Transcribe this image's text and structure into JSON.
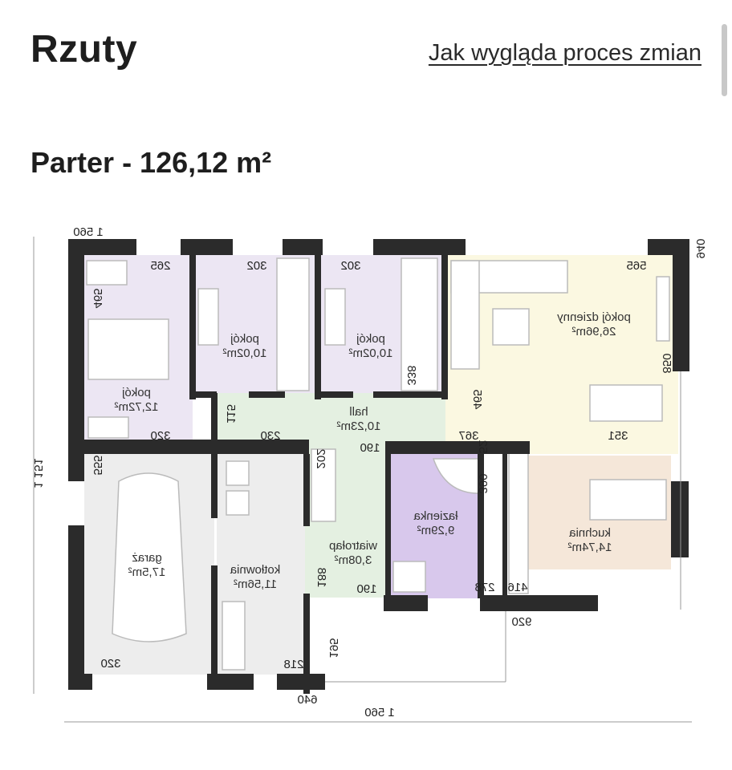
{
  "header": {
    "title": "Rzuty",
    "link": "Jak wygląda proces zmian"
  },
  "floor": {
    "title": "Parter - 126,12 m²"
  },
  "colors": {
    "walls": "#2b2b2b",
    "bedrooms": "#ece6f3",
    "living": "#fbf8e1",
    "hall": "#e4f0e1",
    "bathroom": "#d8c8ec",
    "kitchen": "#f5e7d9",
    "utility": "#ededed"
  },
  "plan": {
    "rooms": [
      {
        "name": "pokój",
        "area": "12,72m²"
      },
      {
        "name": "pokój",
        "area": "10,02m²"
      },
      {
        "name": "pokój",
        "area": "10,02m²"
      },
      {
        "name": "pokój dzienny",
        "area": "26,96m²"
      },
      {
        "name": "hall",
        "area": "10,23m²"
      },
      {
        "name": "łazienka",
        "area": "9,29m²"
      },
      {
        "name": "kuchnia",
        "area": "14,74m²"
      },
      {
        "name": "garaż",
        "area": "17,5m²"
      },
      {
        "name": "kotłownia",
        "area": "11,56m²"
      },
      {
        "name": "wiatrołap",
        "area": "3,08m²"
      }
    ],
    "dims": [
      "1 560",
      "940",
      "265",
      "302",
      "302",
      "565",
      "465",
      "850",
      "338",
      "465",
      "115",
      "230",
      "320",
      "367",
      "351",
      "190",
      "52",
      "202",
      "555",
      "390",
      "1 151",
      "188",
      "190",
      "278",
      "416",
      "920",
      "195",
      "320",
      "218",
      "640",
      "1 560"
    ]
  }
}
